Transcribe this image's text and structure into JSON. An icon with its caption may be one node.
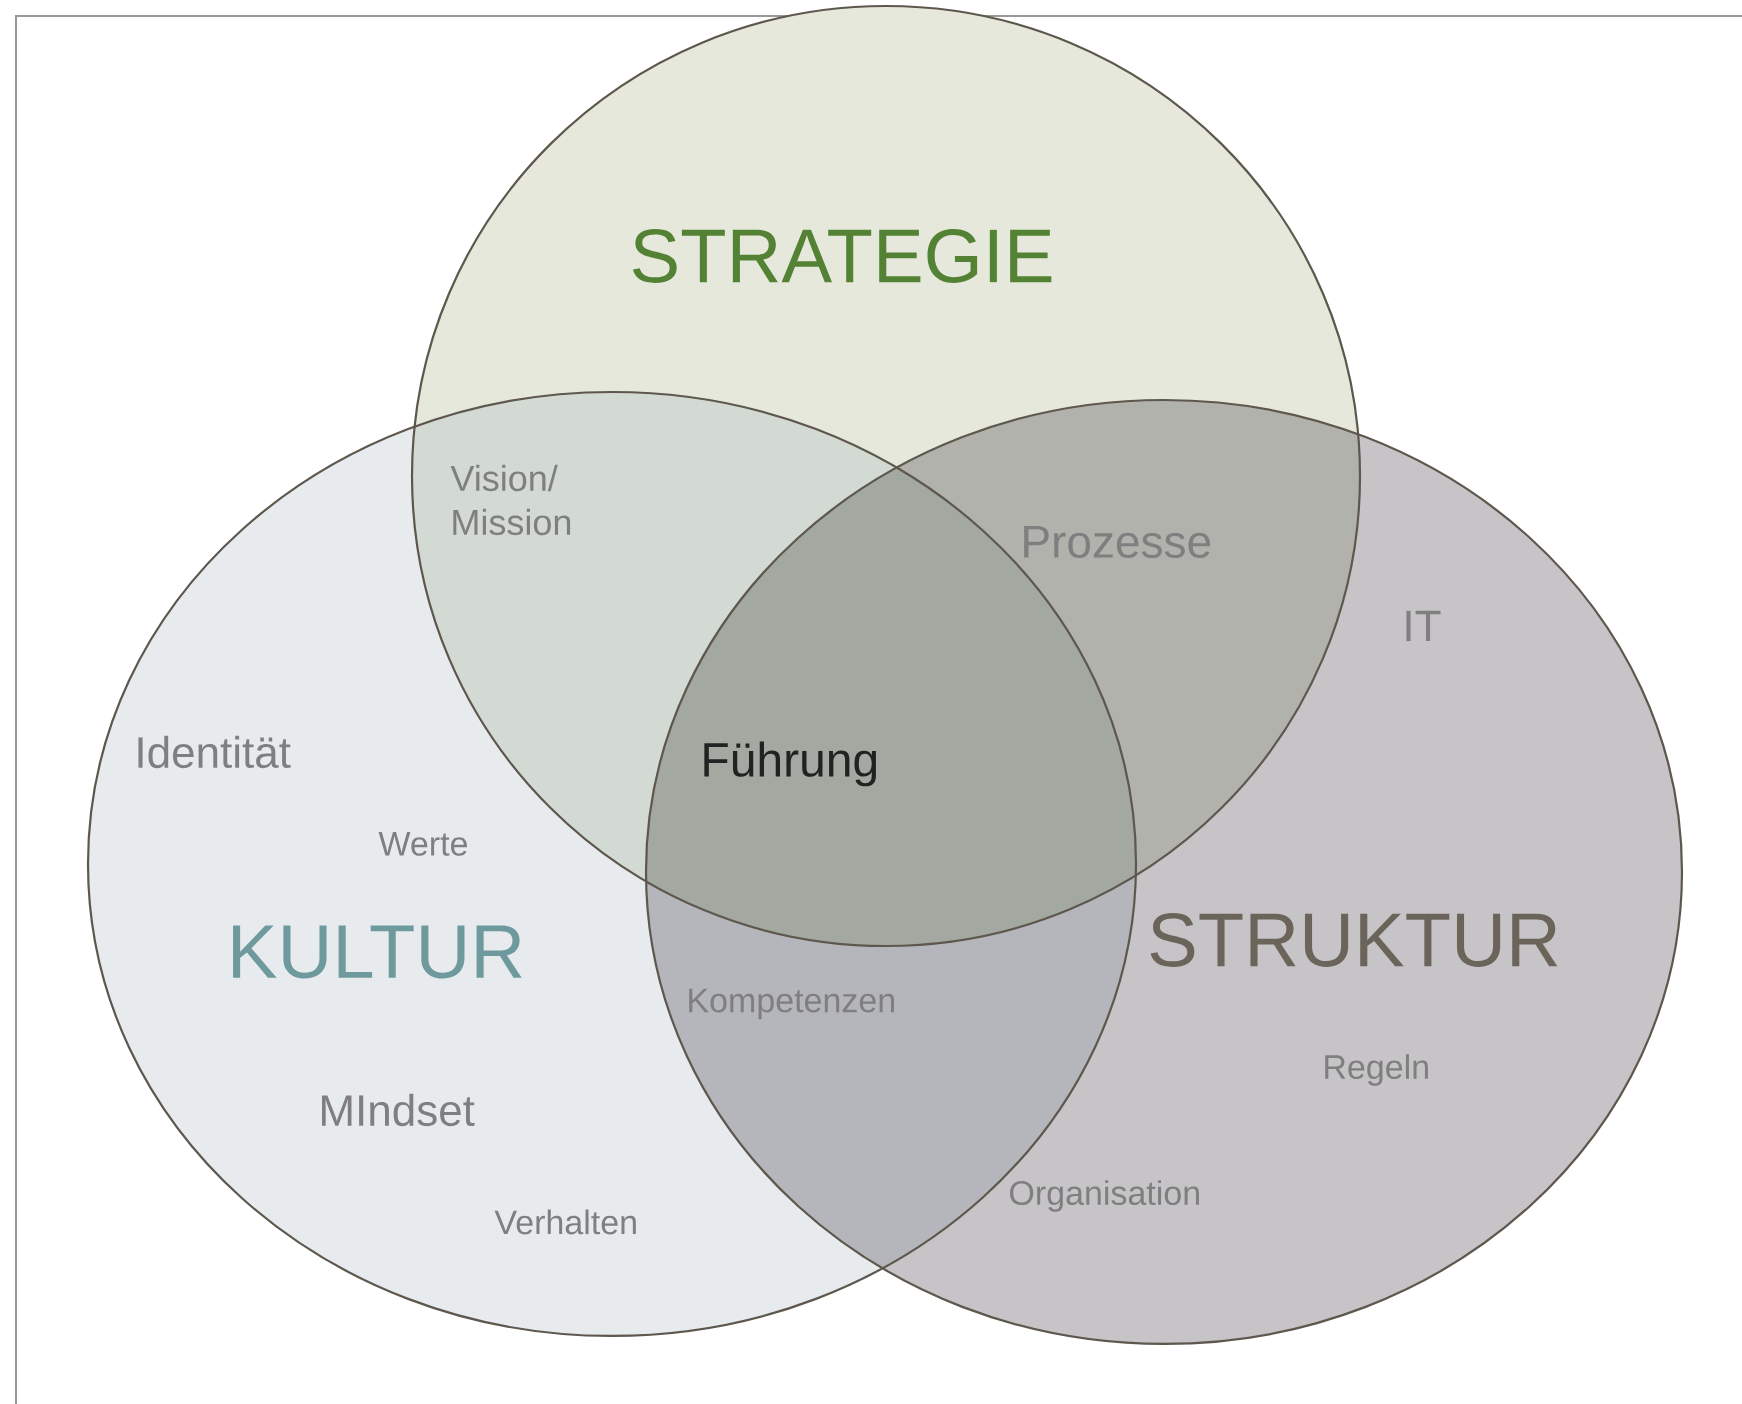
{
  "diagram": {
    "nodes": [
      {
        "text": [
          "STRATEGIE"
        ]
      },
      {
        "text": [
          "KULTUR"
        ]
      },
      {
        "text": [
          "STRUKTUR"
        ]
      }
    ],
    "labels": [
      "Vision/ Mission",
      "Prozesse",
      "IT",
      "Identität",
      "Führung",
      "Werte",
      "Kompetenzen",
      "Regeln",
      "MIndset",
      "Organisation",
      "Verhalten"
    ]
  }
}
